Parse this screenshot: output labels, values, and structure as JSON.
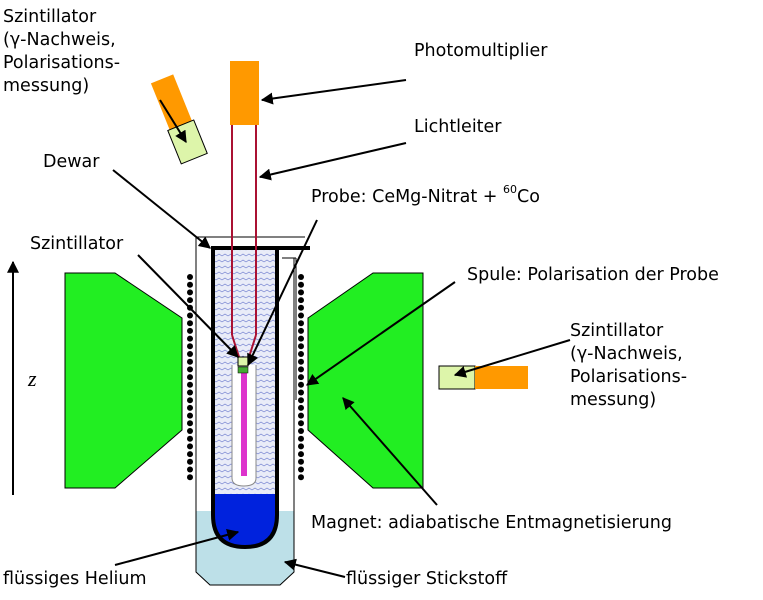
{
  "labels": {
    "scint_top_l1": "Szintillator",
    "scint_top_l2": "(γ-Nachweis,",
    "scint_top_l3": "Polarisations-",
    "scint_top_l4": "messung)",
    "photomultiplier": "Photomultiplier",
    "lichtleiter": "Lichtleiter",
    "dewar": "Dewar",
    "probe_prefix": "Probe: CeMg-Nitrat + ",
    "probe_isotope_mass": "60",
    "probe_isotope_symbol": "Co",
    "szintillator_inner": "Szintillator",
    "spule": "Spule: Polarisation der Probe",
    "scint_right_l1": "Szintillator",
    "scint_right_l2": "(γ-Nachweis,",
    "scint_right_l3": "Polarisations-",
    "scint_right_l4": "messung)",
    "z_axis": "z",
    "magnet": "Magnet: adiabatische Entmagnetisierung",
    "helium": "flüssiges Helium",
    "stickstoff": "flüssiger Stickstoff"
  },
  "colors": {
    "magnet_green": "#22ee22",
    "photomultiplier_orange": "#ff9900",
    "scintillator_lightgreen": "#ddf5aa",
    "light_guide_red": "#aa1133",
    "helium_blue": "#0022dd",
    "nitrogen_lightblue": "#bde0e8",
    "sample_magenta": "#dd33cc",
    "coil_black": "#000000"
  }
}
